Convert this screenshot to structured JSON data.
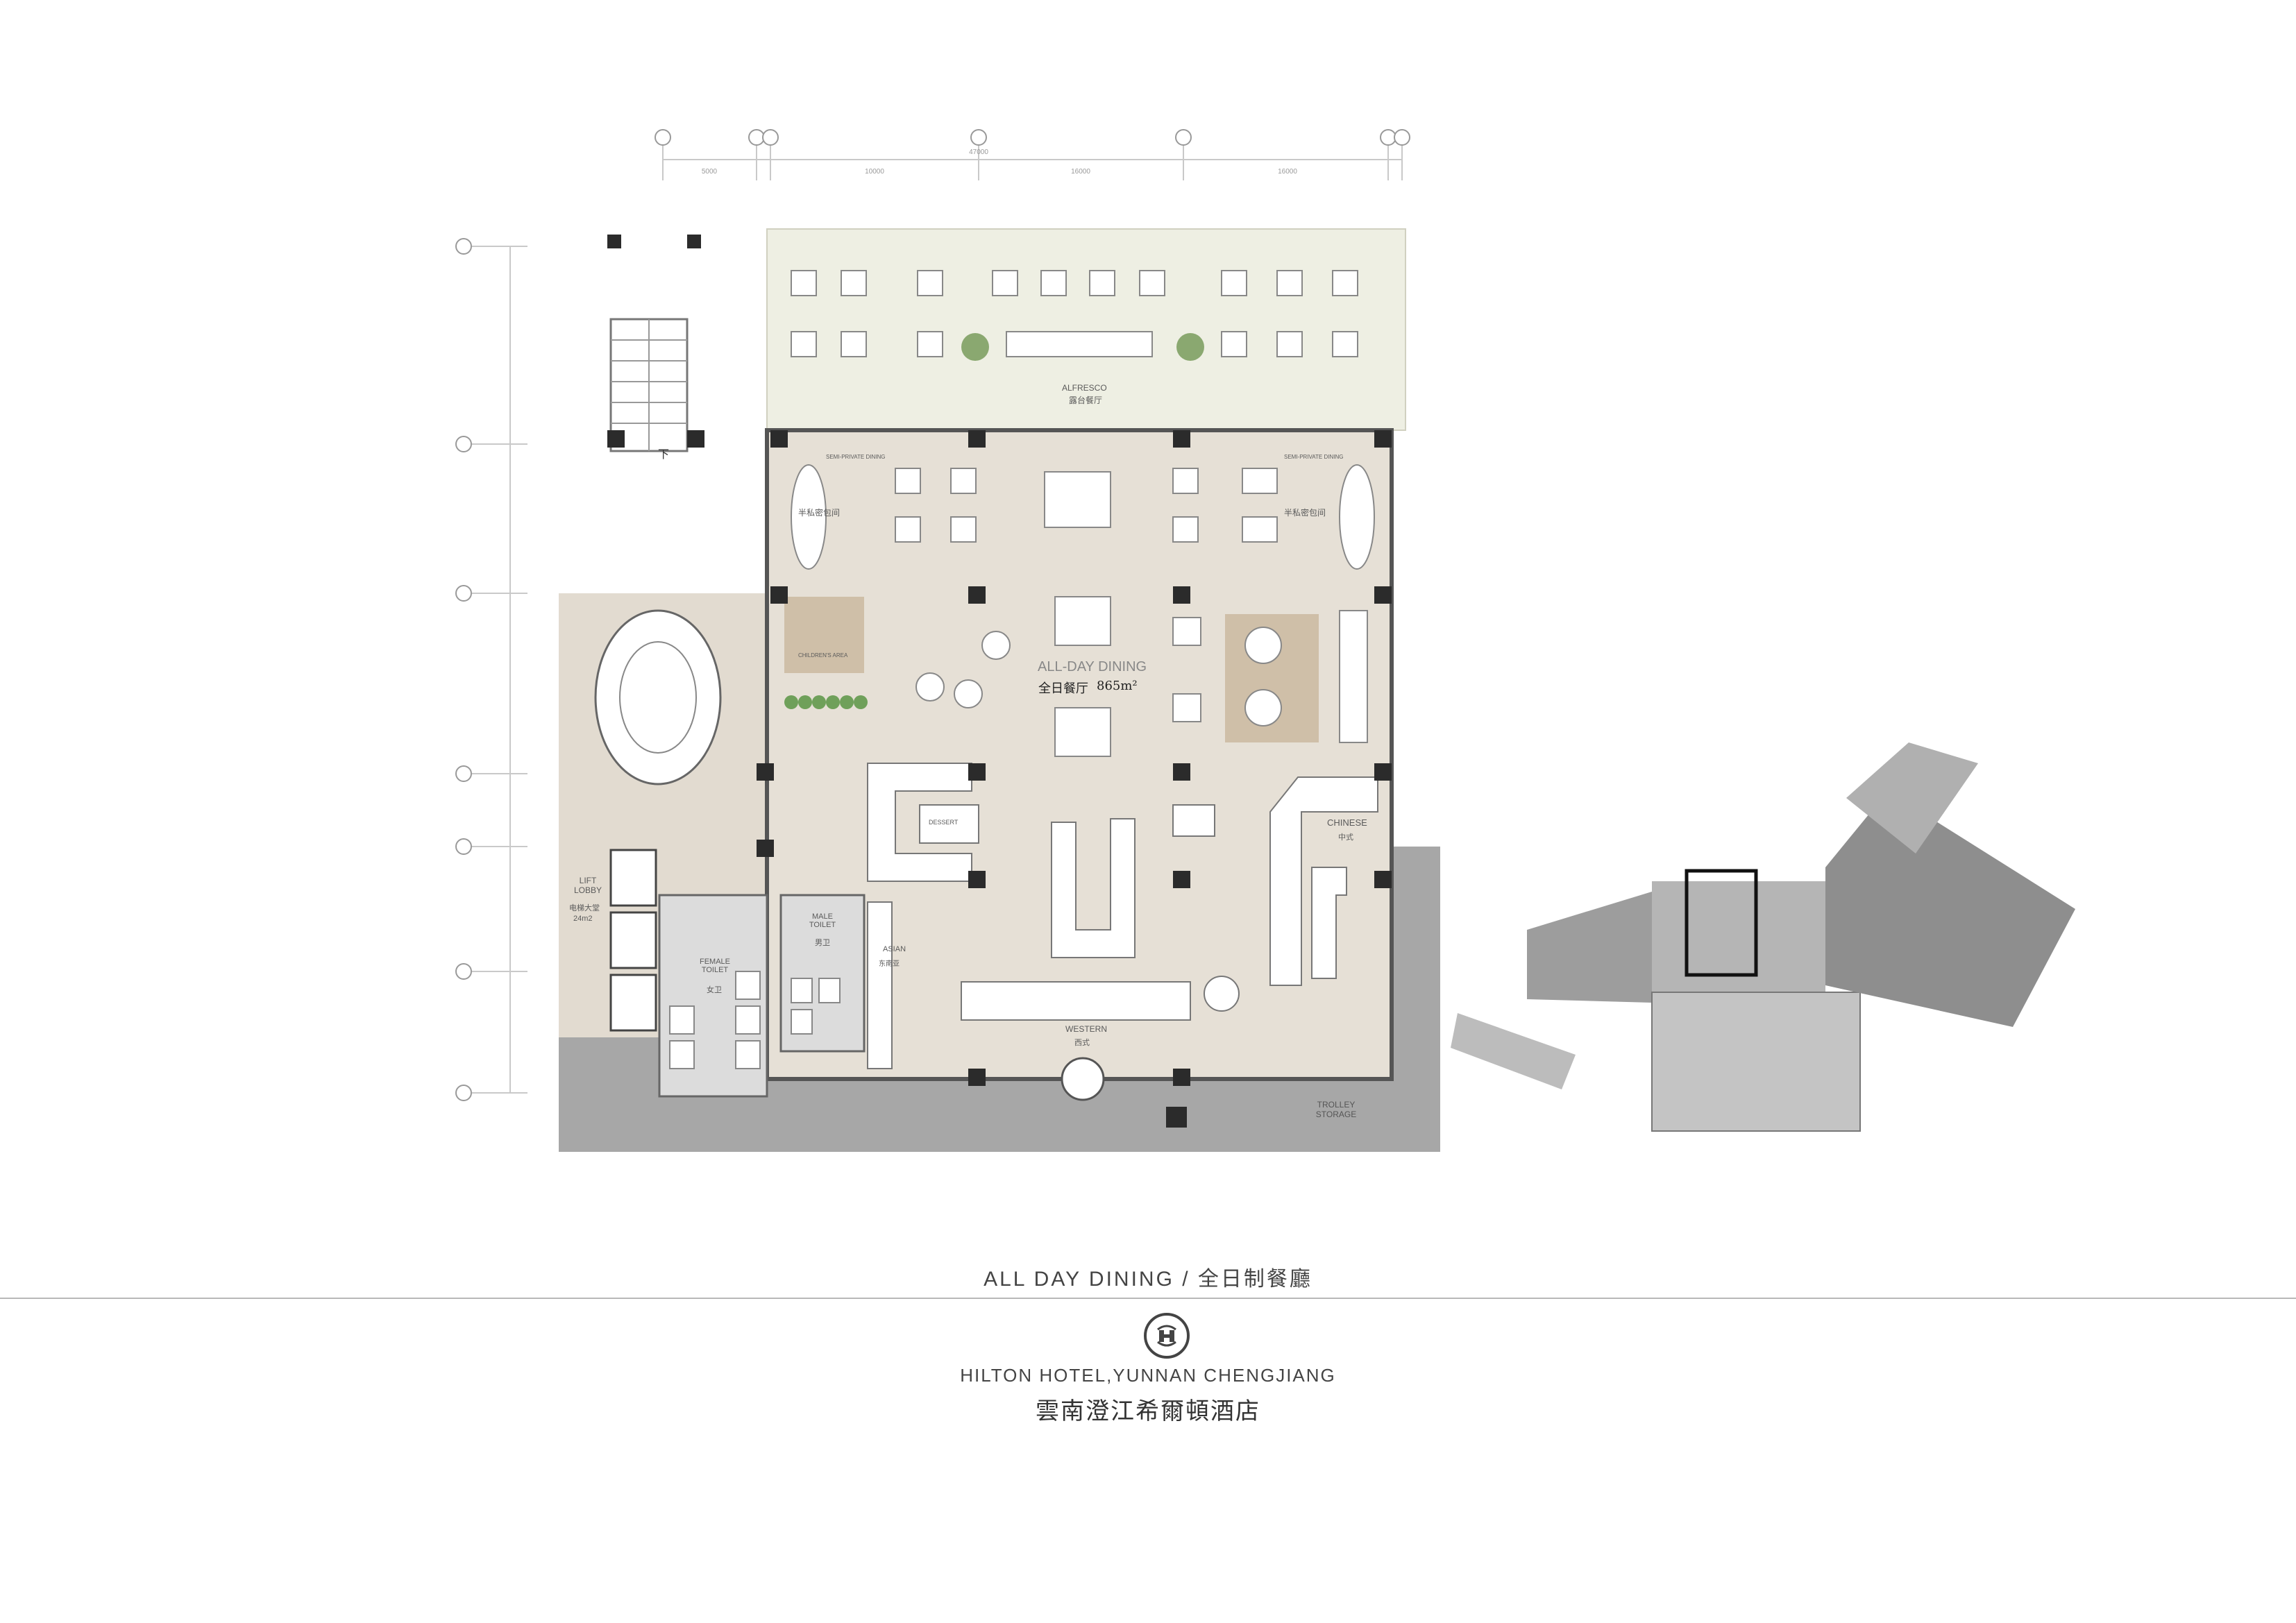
{
  "plan": {
    "dims": [
      "5000",
      "10000",
      "16000",
      "16000"
    ],
    "dims_total": "47000",
    "rooms": {
      "alfresco_en": "ALFRESCO",
      "alfresco_cn": "露台餐厅",
      "semi_private_left": "SEMI-PRIVATE DINING",
      "semi_private_right": "SEMI-PRIVATE DINING",
      "semi_private_cn_left": "半私密包间",
      "semi_private_cn_right": "半私密包间",
      "all_day_en": "ALL-DAY DINING",
      "all_day_cn": "全日餐厅",
      "all_day_area": "865m²",
      "childrens": "CHILDREN'S AREA",
      "dessert": "DESSERT",
      "asian_en": "ASIAN",
      "asian_cn": "东南亚",
      "chinese_en": "CHINESE",
      "chinese_cn": "中式",
      "western_en": "WESTERN",
      "western_cn": "西式",
      "trolley": "TROLLEY STORAGE",
      "lift_lobby_en": "LIFT LOBBY",
      "lift_lobby_area": "24m2",
      "lift_lobby_cn": "电梯大堂",
      "male_en": "MALE TOILET",
      "male_cn": "男卫",
      "female_en": "FEMALE TOILET",
      "female_cn": "女卫",
      "stair_down": "下"
    }
  },
  "title": "ALL DAY DINING / 全日制餐廳",
  "hotel_name_en": "HILTON HOTEL,YUNNAN CHENGJIANG",
  "hotel_name_cn": "雲南澄江希爾頓酒店",
  "colors": {
    "floor": "#e6e0d6",
    "terrace": "#eeefe3",
    "dark_area": "#a7a7a7",
    "column": "#2b2b2b",
    "wood": "#cfbfa8"
  }
}
